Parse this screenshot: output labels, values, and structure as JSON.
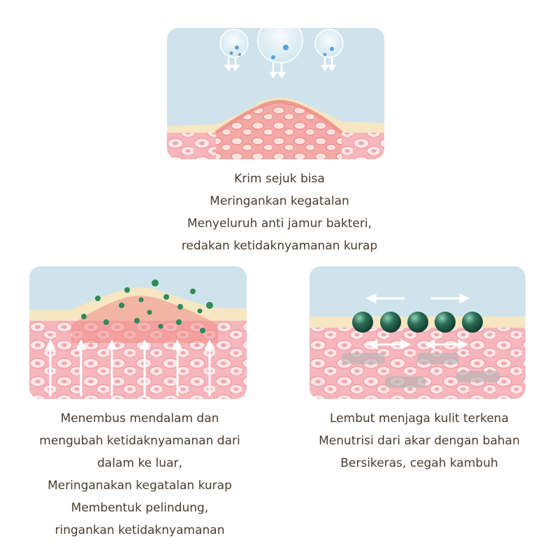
{
  "captions": {
    "top": [
      "Krim sejuk bisa",
      "Meringankan kegatalan",
      "Menyeluruh anti jamur bakteri,",
      "redakan ketidaknyamanan kurap"
    ],
    "left": [
      "Menembus mendalam dan",
      "mengubah ketidaknyamanan dari",
      "dalam ke luar,",
      "Meringanakan kegatalan kurap",
      "Membentuk pelindung,",
      "ringankan ketidaknyamanan"
    ],
    "right": [
      "Lembut menjaga kulit terkena",
      "Menutrisi dari akar dengan bahan",
      "Bersikeras, cegah kambuh"
    ]
  },
  "colors": {
    "sky": "#cfe3ec",
    "cream": "#f6e6c2",
    "skin": "#f6b6bb",
    "inflamed": "#ef8c86",
    "cell_fill": "#fbe6e8",
    "cell_nucleus": "#f4a6ad",
    "green_dot": "#2f8a5c",
    "sphere": "#2c6e57",
    "text": "#4a3c2c"
  },
  "icons": [
    "water-drop-icon",
    "arrow-down-icon",
    "arrow-up-icon",
    "double-arrow-icon",
    "green-sphere-icon"
  ]
}
